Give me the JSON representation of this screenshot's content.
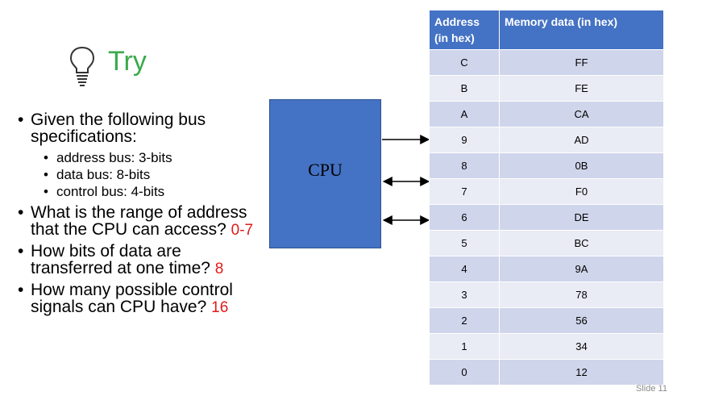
{
  "heading": {
    "title": "Try",
    "icon": "lightbulb-icon",
    "title_color": "#3aaa4a"
  },
  "bullets": {
    "q1": "Given the following bus specifications:",
    "specs": [
      "address bus: 3-bits",
      "data bus: 8-bits",
      "control bus: 4-bits"
    ],
    "q2": "What is the range of address that the CPU can access?",
    "a2": "0-7",
    "q3": "How bits of data are transferred at one time?",
    "a3": "8",
    "q4": "How many possible control signals can CPU have?",
    "a4": "16"
  },
  "diagram": {
    "cpu_label": "CPU",
    "cpu_color": "#4472c4"
  },
  "memory_table": {
    "headers": [
      "Address (in hex)",
      "Memory data (in hex)"
    ],
    "header_color": "#4472c4",
    "rows": [
      [
        "C",
        "FF"
      ],
      [
        "B",
        "FE"
      ],
      [
        "A",
        "CA"
      ],
      [
        "9",
        "AD"
      ],
      [
        "8",
        "0B"
      ],
      [
        "7",
        "F0"
      ],
      [
        "6",
        "DE"
      ],
      [
        "5",
        "BC"
      ],
      [
        "4",
        "9A"
      ],
      [
        "3",
        "78"
      ],
      [
        "2",
        "56"
      ],
      [
        "1",
        "34"
      ],
      [
        "0",
        "12"
      ]
    ]
  },
  "footer": {
    "slide_number": "Slide 11"
  }
}
